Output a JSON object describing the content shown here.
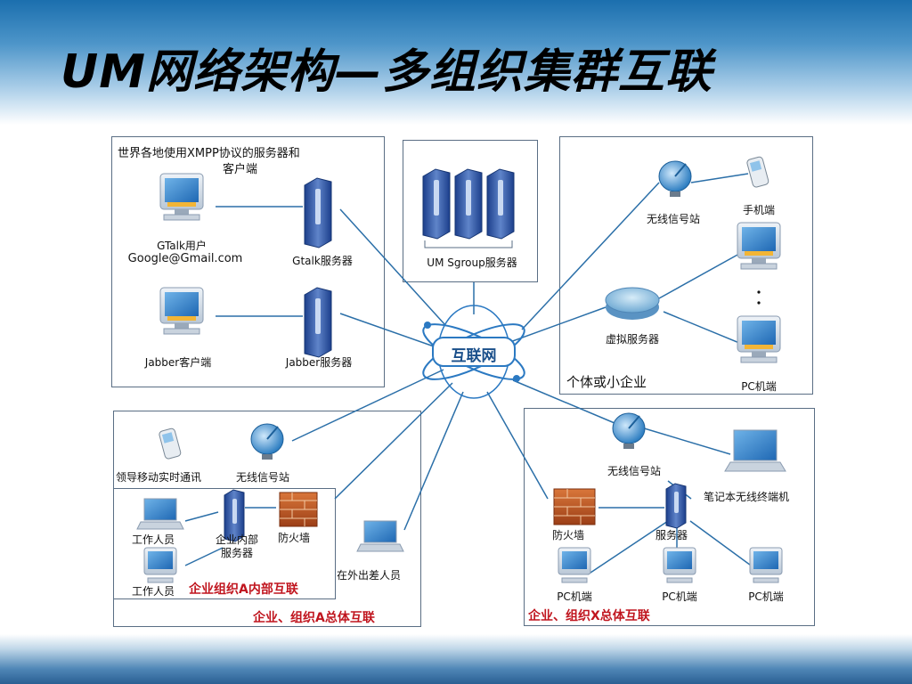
{
  "slide": {
    "title": "UM网络架构—多组织集群互联"
  },
  "groups": {
    "xmpp": {
      "title_line1": "世界各地使用XMPP协议的服务器和",
      "title_line2": "客户端"
    },
    "sgroup": {
      "label": "UM Sgroup服务器"
    },
    "individual": {
      "label": "个体或小企业"
    },
    "org_a_outer": {
      "label": "企业、组织A总体互联"
    },
    "org_a_inner": {
      "label": "企业组织A内部互联"
    },
    "org_x": {
      "label": "企业、组织X总体互联"
    }
  },
  "hub": {
    "label": "互联网"
  },
  "nodes": {
    "gtalk_user_line1": "GTalk用户",
    "gtalk_user_line2": "Google@Gmail.com",
    "gtalk_server": "Gtalk服务器",
    "jabber_client": "Jabber客户端",
    "jabber_server": "Jabber服务器",
    "wireless_station_ind": "无线信号站",
    "mobile_phone": "手机端",
    "virtual_server": "虚拟服务器",
    "pc_ind": "PC机端",
    "leader_mobile": "领导移动实时通讯",
    "wireless_station_a": "无线信号站",
    "worker1": "工作人员",
    "enterprise_server_line1": "企业内部",
    "enterprise_server_line2": "服务器",
    "firewall_a": "防火墙",
    "worker2": "工作人员",
    "traveler": "在外出差人员",
    "wireless_station_x": "无线信号站",
    "laptop_x": "笔记本无线终端机",
    "firewall_x": "防火墙",
    "server_x": "服务器",
    "pc_x1": "PC机端",
    "pc_x2": "PC机端",
    "pc_x3": "PC机端"
  },
  "colors": {
    "title_bar": "#1b6fae",
    "box_border": "#5a6e84",
    "red_label": "#c0151e",
    "link": "#2b6fa8"
  }
}
